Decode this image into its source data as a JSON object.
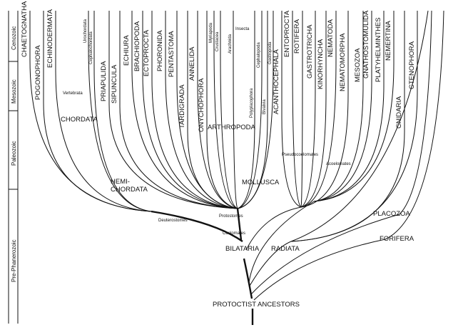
{
  "eras": [
    "Cenozoic",
    "Mesozoic",
    "Paleozoic",
    "Pre-Phanerozoic"
  ],
  "phyla": [
    "CHAETOGNATHA",
    "POGONOPHORA",
    "ECHINODERMATA",
    "Urochordata",
    "Cephalochordata",
    "PRIAPULIDA",
    "SIPUNCULA",
    "ECHIURA",
    "BRACHIOPODA",
    "ECTOPROCTA",
    "PHORONIDA",
    "PENTASTOMA",
    "TARDIGRADA",
    "ANNELIDA",
    "ONYCHOPHORA",
    "Myriapoda",
    "Crustacea",
    "Arachnida",
    "Polyplacophora",
    "Cephalopoda",
    "Bivalvia",
    "Gastropoda",
    "ACANTHOCEPHALA",
    "ENTOPROCTA",
    "ROTIFERA",
    "GASTROTRICHA",
    "KINORHYNCHA",
    "NEMATODA",
    "NEMATOMORPHA",
    "MESOZOA",
    "GNATHOSTOMULIDA",
    "PLATYHELMINTHES",
    "NEMERTINA",
    "CNIDARIA",
    "CTENOPHORA"
  ],
  "horizontal_labels": {
    "vertebrata": "Vertebrata",
    "chordata": "CHORDATA",
    "insecta": "Insecta",
    "arthropoda": "ARTHROPODA",
    "hemichordata_1": "HEMI-",
    "hemichordata_2": "CHORDATA",
    "mollusca": "MOLLUSCA",
    "pseudocoelomates": "Pseudocoelomates",
    "acoelomates": "Acoelomates",
    "deuterostomes": "Deuterostomes",
    "protostomes": "Protostomes",
    "coelomates": "Coelomates",
    "bilataria": "BILATARIA",
    "radiata": "RADIATA",
    "placozoa": "PLACOZOA",
    "forifera": "FORIFERA",
    "protoctist": "PROTOCTIST ANCESTORS"
  }
}
